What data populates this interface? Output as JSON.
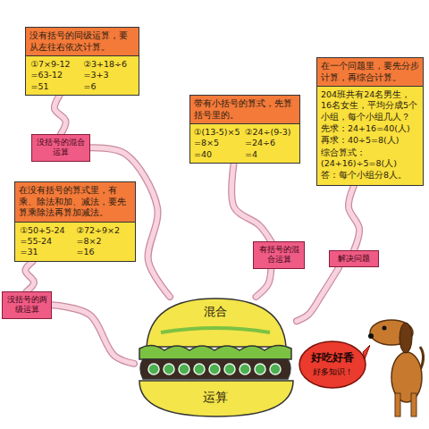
{
  "diagram": {
    "nodes": [
      {
        "text": [
          "没有括号的同级运算，要从左往右依次计算。",
          "①7×9-12 =63-12 =51",
          "②3+18÷6 =3+3 =6"
        ]
      },
      {
        "text": [
          "没括号的混合运算"
        ]
      },
      {
        "text": [
          "在没有括号的算式里，有乘、除法和加、减法，要先算乘除法再算加减法。",
          "①50+5-24 =55-24 =31",
          "②72÷9×2 =8×2 =16"
        ]
      },
      {
        "text": [
          "没括号的两级运算"
        ]
      },
      {
        "text": [
          "带有小括号的算式，先算括号里的。",
          "①(13-5)×5 =8×5 =40",
          "②24÷(9-3) =24÷6 =4"
        ]
      },
      {
        "text": [
          "有括号的混合运算"
        ]
      },
      {
        "text": [
          "在一个问题里，要先分步计算，再综合计算。",
          "204班共有24名男生，16名女生，平均分成5个小组，每个小组几人？",
          "先求：24+16=40(人)",
          "再求：40÷5=8(人)",
          "综合算式：(24+16)÷5=8(人)",
          "答：每个小组分8人。"
        ]
      },
      {
        "text": [
          "解决问题"
        ]
      },
      {
        "text": [
          "混合",
          "运算"
        ]
      },
      {
        "text": [
          "好吃好香",
          "好多知识！"
        ]
      }
    ],
    "edges": [
      {
        "from": 0,
        "to": 1,
        "arrow": "none"
      },
      {
        "from": 1,
        "to": 8,
        "arrow": "none"
      },
      {
        "from": 2,
        "to": 3,
        "arrow": "none"
      },
      {
        "from": 3,
        "to": 8,
        "arrow": "none"
      },
      {
        "from": 4,
        "to": 5,
        "arrow": "none"
      },
      {
        "from": 5,
        "to": 8,
        "arrow": "none"
      },
      {
        "from": 6,
        "to": 7,
        "arrow": "none"
      },
      {
        "from": 7,
        "to": 8,
        "arrow": "none"
      }
    ]
  }
}
